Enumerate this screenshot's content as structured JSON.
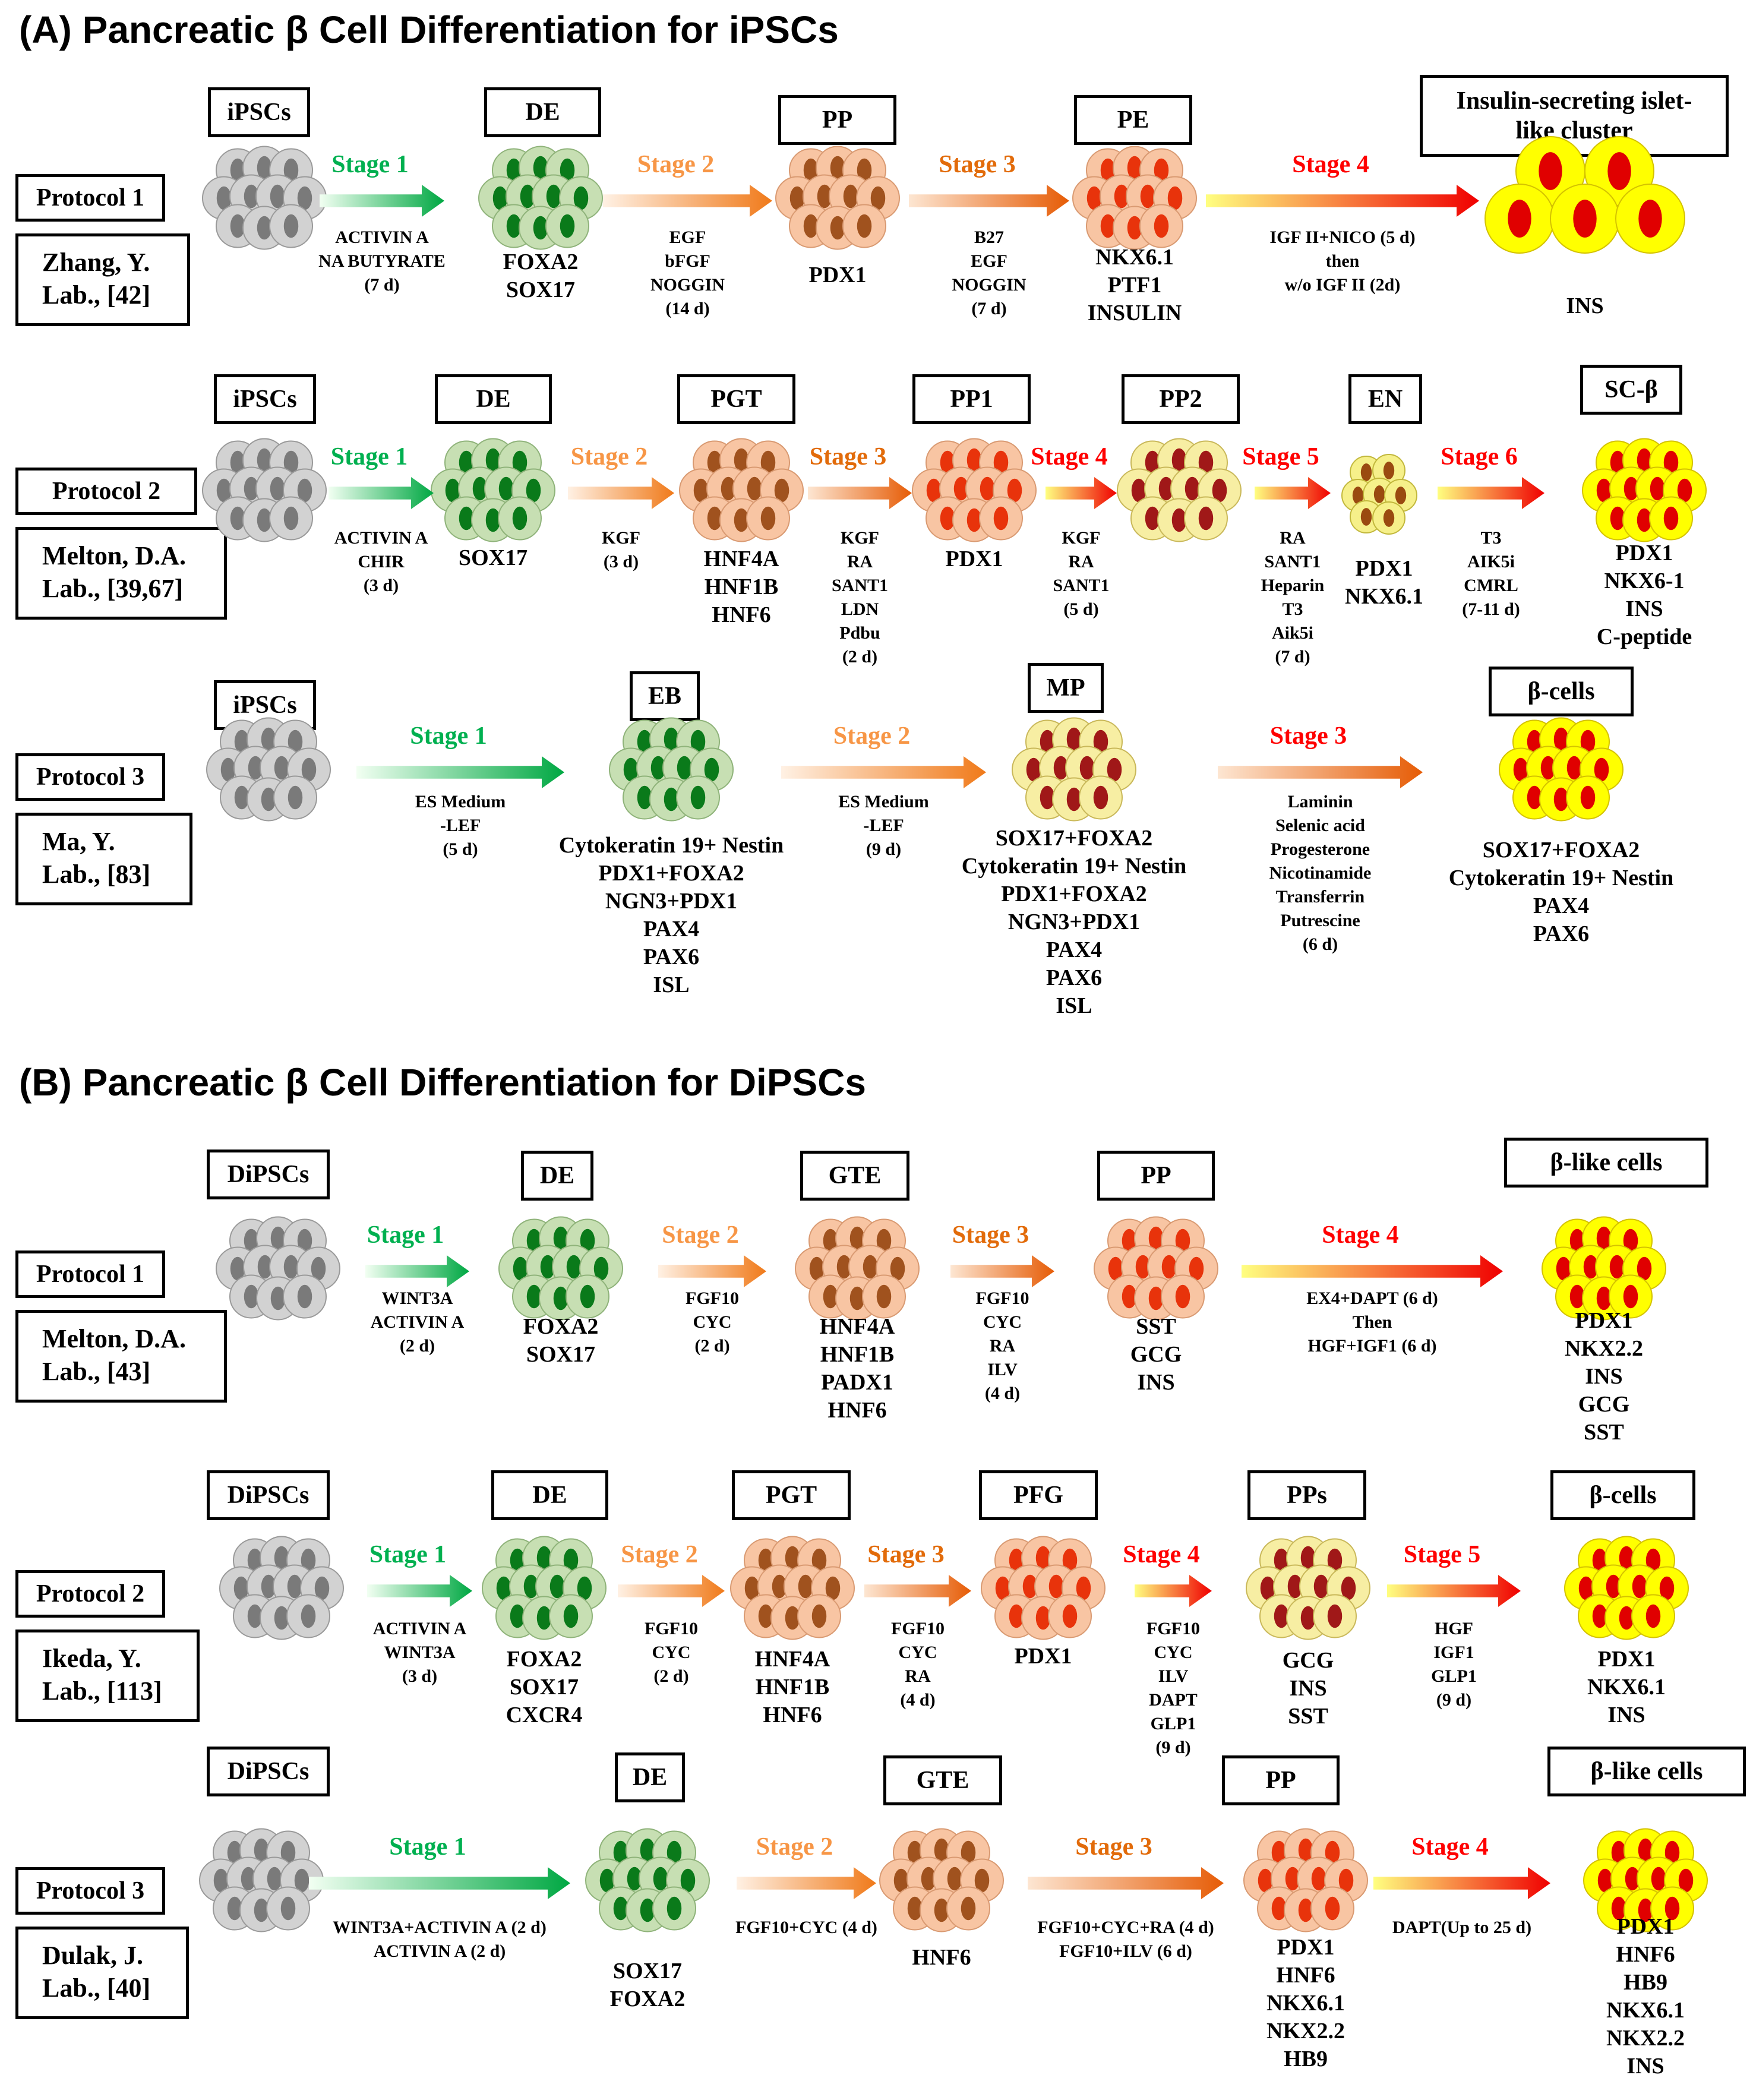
{
  "sections": [
    {
      "title": "(A) Pancreatic β Cell Differentiation for iPSCs",
      "protocols": [
        {
          "name": "Protocol 1",
          "lab": [
            "Zhang, Y.",
            "Lab., [42]"
          ],
          "stages": [
            {
              "label": "iPSCs",
              "cell": "gray",
              "markers": []
            },
            {
              "label": "DE",
              "cell": "green",
              "markers": [
                "FOXA2",
                "SOX17"
              ]
            },
            {
              "label": "PP",
              "cell": "peach-brown",
              "markers": [
                "PDX1"
              ]
            },
            {
              "label": "PE",
              "cell": "peach-red",
              "markers": [
                "NKX6.1",
                "PTF1",
                "INSULIN"
              ]
            },
            {
              "label": "Insulin-secreting islet-like cluster",
              "cell": "yellow-red",
              "markers": [
                "INS"
              ]
            }
          ],
          "transitions": [
            {
              "stage": "Stage 1",
              "color": "#00b050",
              "conditions": [
                "ACTIVIN A",
                "NA BUTYRATE",
                "(7 d)"
              ]
            },
            {
              "stage": "Stage 2",
              "color": "#f79646",
              "conditions": [
                "EGF",
                "bFGF",
                "NOGGIN",
                "(14 d)"
              ]
            },
            {
              "stage": "Stage 3",
              "color": "#e26b0a",
              "conditions": [
                "B27",
                "EGF",
                "NOGGIN",
                "(7 d)"
              ]
            },
            {
              "stage": "Stage 4",
              "color": "#ff0000",
              "conditions": [
                "IGF II+NICO (5 d)",
                "then",
                "w/o IGF II (2d)"
              ]
            }
          ]
        },
        {
          "name": "Protocol 2",
          "lab": [
            "Melton, D.A.",
            "Lab., [39,67]"
          ],
          "stages": [
            {
              "label": "iPSCs",
              "cell": "gray",
              "markers": []
            },
            {
              "label": "DE",
              "cell": "green",
              "markers": [
                "SOX17"
              ]
            },
            {
              "label": "PGT",
              "cell": "peach-brown",
              "markers": [
                "HNF4A",
                "HNF1B",
                "HNF6"
              ]
            },
            {
              "label": "PP1",
              "cell": "peach-red",
              "markers": [
                "PDX1"
              ]
            },
            {
              "label": "PP2",
              "cell": "cream-red",
              "markers": []
            },
            {
              "label": "EN",
              "cell": "yellow-brown",
              "markers": [
                "PDX1",
                "NKX6.1"
              ]
            },
            {
              "label": "SC-β",
              "cell": "yellow-red",
              "markers": [
                "PDX1",
                "NKX6-1",
                "INS",
                "C-peptide"
              ]
            }
          ],
          "transitions": [
            {
              "stage": "Stage 1",
              "color": "#00b050",
              "conditions": [
                "ACTIVIN A",
                "CHIR",
                "(3 d)"
              ]
            },
            {
              "stage": "Stage 2",
              "color": "#f79646",
              "conditions": [
                "KGF",
                "(3 d)"
              ]
            },
            {
              "stage": "Stage 3",
              "color": "#e26b0a",
              "conditions": [
                "KGF",
                "RA",
                "SANT1",
                "LDN",
                "Pdbu",
                "(2 d)"
              ]
            },
            {
              "stage": "Stage 4",
              "color": "#ff0000",
              "conditions": [
                "KGF",
                "RA",
                "SANT1",
                "(5 d)"
              ]
            },
            {
              "stage": "Stage 5",
              "color": "#ff0000",
              "conditions": [
                "RA",
                "SANT1",
                "Heparin",
                "T3",
                "Aik5i",
                "(7 d)"
              ]
            },
            {
              "stage": "Stage 6",
              "color": "#ff0000",
              "conditions": [
                "T3",
                "AIK5i",
                "CMRL",
                "(7-11 d)"
              ]
            }
          ]
        },
        {
          "name": "Protocol 3",
          "lab": [
            "Ma, Y.",
            "Lab., [83]"
          ],
          "stages": [
            {
              "label": "iPSCs",
              "cell": "gray",
              "markers": []
            },
            {
              "label": "EB",
              "cell": "green",
              "markers": [
                "Cytokeratin 19+ Nestin",
                "PDX1+FOXA2",
                "NGN3+PDX1",
                "PAX4",
                "PAX6",
                "ISL"
              ]
            },
            {
              "label": "MP",
              "cell": "cream-red",
              "markers": [
                "SOX17+FOXA2",
                "Cytokeratin 19+ Nestin",
                "PDX1+FOXA2",
                "NGN3+PDX1",
                "PAX4",
                "PAX6",
                "ISL"
              ]
            },
            {
              "label": "β-cells",
              "cell": "yellow-red",
              "markers": [
                "SOX17+FOXA2",
                "Cytokeratin 19+ Nestin",
                "PAX4",
                "PAX6"
              ]
            }
          ],
          "transitions": [
            {
              "stage": "Stage 1",
              "color": "#00b050",
              "conditions": [
                "ES Medium",
                "-LEF",
                "(5 d)"
              ]
            },
            {
              "stage": "Stage 2",
              "color": "#f79646",
              "conditions": [
                "ES Medium",
                "-LEF",
                "(9 d)"
              ]
            },
            {
              "stage": "Stage 3",
              "color": "#ff0000",
              "conditions": [
                "Laminin",
                "Selenic acid",
                "Progesterone",
                "Nicotinamide",
                "Transferrin",
                "Putrescine",
                "(6 d)"
              ]
            }
          ]
        }
      ]
    },
    {
      "title": "(B) Pancreatic β Cell Differentiation for DiPSCs",
      "protocols": [
        {
          "name": "Protocol 1",
          "lab": [
            "Melton, D.A.",
            "Lab., [43]"
          ],
          "stages": [
            {
              "label": "DiPSCs",
              "cell": "gray",
              "markers": []
            },
            {
              "label": "DE",
              "cell": "green",
              "markers": [
                "FOXA2",
                "SOX17"
              ]
            },
            {
              "label": "GTE",
              "cell": "peach-brown",
              "markers": [
                "HNF4A",
                "HNF1B",
                "PADX1",
                "HNF6"
              ]
            },
            {
              "label": "PP",
              "cell": "peach-red",
              "markers": [
                "SST",
                "GCG",
                "INS"
              ]
            },
            {
              "label": "β-like cells",
              "cell": "yellow-red",
              "markers": [
                "PDX1",
                "NKX2.2",
                "INS",
                "GCG",
                "SST"
              ]
            }
          ],
          "transitions": [
            {
              "stage": "Stage 1",
              "color": "#00b050",
              "conditions": [
                "WINT3A",
                "ACTIVIN A",
                "(2 d)"
              ]
            },
            {
              "stage": "Stage 2",
              "color": "#f79646",
              "conditions": [
                "FGF10",
                "CYC",
                "(2 d)"
              ]
            },
            {
              "stage": "Stage 3",
              "color": "#e26b0a",
              "conditions": [
                "FGF10",
                "CYC",
                "RA",
                "ILV",
                "(4 d)"
              ]
            },
            {
              "stage": "Stage 4",
              "color": "#ff0000",
              "conditions": [
                "EX4+DAPT (6 d)",
                "Then",
                "HGF+IGF1 (6 d)"
              ]
            }
          ]
        },
        {
          "name": "Protocol 2",
          "lab": [
            "Ikeda, Y.",
            "Lab., [113]"
          ],
          "stages": [
            {
              "label": "DiPSCs",
              "cell": "gray",
              "markers": []
            },
            {
              "label": "DE",
              "cell": "green",
              "markers": [
                "FOXA2",
                "SOX17",
                "CXCR4"
              ]
            },
            {
              "label": "PGT",
              "cell": "peach-brown",
              "markers": [
                "HNF4A",
                "HNF1B",
                "HNF6"
              ]
            },
            {
              "label": "PFG",
              "cell": "peach-red",
              "markers": [
                "PDX1"
              ]
            },
            {
              "label": "PPs",
              "cell": "cream-red",
              "markers": [
                "GCG",
                "INS",
                "SST"
              ]
            },
            {
              "label": "β-cells",
              "cell": "yellow-red",
              "markers": [
                "PDX1",
                "NKX6.1",
                "INS"
              ]
            }
          ],
          "transitions": [
            {
              "stage": "Stage 1",
              "color": "#00b050",
              "conditions": [
                "ACTIVIN A",
                "WINT3A",
                "(3 d)"
              ]
            },
            {
              "stage": "Stage 2",
              "color": "#f79646",
              "conditions": [
                "FGF10",
                "CYC",
                "(2 d)"
              ]
            },
            {
              "stage": "Stage 3",
              "color": "#e26b0a",
              "conditions": [
                "FGF10",
                "CYC",
                "RA",
                "(4 d)"
              ]
            },
            {
              "stage": "Stage 4",
              "color": "#ff0000",
              "conditions": [
                "FGF10",
                "CYC",
                "ILV",
                "DAPT",
                "GLP1",
                "(9 d)"
              ]
            },
            {
              "stage": "Stage 5",
              "color": "#ff0000",
              "conditions": [
                "HGF",
                "IGF1",
                "GLP1",
                "(9 d)"
              ]
            }
          ]
        },
        {
          "name": "Protocol 3",
          "lab": [
            "Dulak, J.",
            "Lab., [40]"
          ],
          "stages": [
            {
              "label": "DiPSCs",
              "cell": "gray",
              "markers": []
            },
            {
              "label": "DE",
              "cell": "green",
              "markers": [
                "SOX17",
                "FOXA2"
              ]
            },
            {
              "label": "GTE",
              "cell": "peach-brown",
              "markers": [
                "HNF6"
              ]
            },
            {
              "label": "PP",
              "cell": "peach-red",
              "markers": [
                "PDX1",
                "HNF6",
                "NKX6.1",
                "NKX2.2",
                "HB9"
              ]
            },
            {
              "label": "β-like cells",
              "cell": "yellow-red",
              "markers": [
                "PDX1",
                "HNF6",
                "HB9",
                "NKX6.1",
                "NKX2.2",
                "INS"
              ]
            }
          ],
          "transitions": [
            {
              "stage": "Stage 1",
              "color": "#00b050",
              "conditions": [
                "WINT3A+ACTIVIN A (2 d)",
                "ACTIVIN A (2 d)"
              ]
            },
            {
              "stage": "Stage 2",
              "color": "#f79646",
              "conditions": [
                "FGF10+CYC (4 d)"
              ]
            },
            {
              "stage": "Stage 3",
              "color": "#e26b0a",
              "conditions": [
                "FGF10+CYC+RA (4 d)",
                "FGF10+ILV (6 d)"
              ]
            },
            {
              "stage": "Stage 4",
              "color": "#ff0000",
              "conditions": [
                "DAPT(Up to 25 d)"
              ]
            }
          ]
        }
      ]
    }
  ]
}
